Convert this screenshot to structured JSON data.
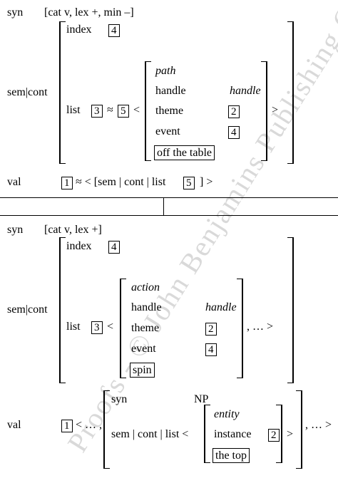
{
  "watermark": "Proofs - © John Benjamins Publishing Company",
  "top": {
    "syn_label": "syn",
    "syn_value": "[cat v, lex +, min –]",
    "semcont_label": "sem|cont",
    "index_label": "index",
    "index_tag": "4",
    "list_label": "list",
    "list_tag": "3",
    "approx": "≈",
    "list_tag2": "5",
    "lt": "<",
    "gt": ">",
    "inner": {
      "type": "path",
      "handle_label": "handle",
      "handle_value": "handle",
      "theme_label": "theme",
      "theme_tag": "2",
      "event_label": "event",
      "event_tag": "4",
      "pred": "off the table"
    },
    "val_label": "val",
    "val_tag": "1",
    "val_rest": "≈ < [sem | cont | list",
    "val_tag2": "5",
    "val_end": "] >"
  },
  "bottom": {
    "syn_label": "syn",
    "syn_value": "[cat v, lex +]",
    "semcont_label": "sem|cont",
    "index_label": "index",
    "index_tag": "4",
    "list_label": "list",
    "list_tag": "3",
    "lt": "<",
    "tail": ", … >",
    "inner": {
      "type": "action",
      "handle_label": "handle",
      "handle_value": "handle",
      "theme_label": "theme",
      "theme_tag": "2",
      "event_label": "event",
      "event_tag": "4",
      "pred": "spin"
    },
    "val_label": "val",
    "val_tag": "1",
    "val_open": "< … ,",
    "arg": {
      "syn_label": "syn",
      "syn_value": "NP",
      "path": "sem | cont | list <",
      "type": "entity",
      "instance_label": "instance",
      "instance_tag": "2",
      "pred": "the top",
      "close": ">"
    },
    "val_close": ", … >"
  }
}
